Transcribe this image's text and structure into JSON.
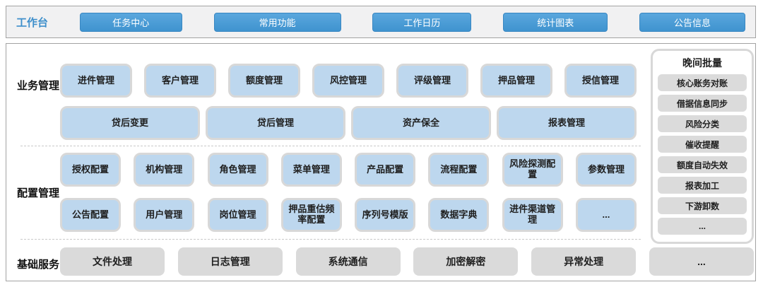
{
  "topbar": {
    "label": "工作台",
    "buttons": [
      "任务中心",
      "常用功能",
      "工作日历",
      "统计图表",
      "公告信息"
    ]
  },
  "sections": {
    "business": {
      "label": "业务管理",
      "row1": [
        "进件管理",
        "客户管理",
        "额度管理",
        "风控管理",
        "评级管理",
        "押品管理",
        "授信管理"
      ],
      "row2": [
        "贷后变更",
        "贷后管理",
        "资产保全",
        "报表管理"
      ]
    },
    "config": {
      "label": "配置管理",
      "row1": [
        "授权配置",
        "机构管理",
        "角色管理",
        "菜单管理",
        "产品配置",
        "流程配置",
        "风险探测配置",
        "参数管理"
      ],
      "row2": [
        "公告配置",
        "用户管理",
        "岗位管理",
        "押品重估频率配置",
        "序列号模版",
        "数据字典",
        "进件渠道管理",
        "..."
      ]
    },
    "base": {
      "label": "基础服务",
      "items": [
        "文件处理",
        "日志管理",
        "系统通信",
        "加密解密",
        "异常处理",
        "..."
      ]
    }
  },
  "batch_panel": {
    "title": "晚间批量",
    "items": [
      "核心账务对账",
      "借据信息同步",
      "风险分类",
      "催收提醒",
      "额度自动失效",
      "报表加工",
      "下游卸数",
      "..."
    ]
  },
  "colors": {
    "button_blue": "#4496d2",
    "button_border": "#3987c2",
    "module_blue": "#bdd7ee",
    "card_border_gray": "#d8d8d8",
    "box_gray": "#dadada",
    "panel_border": "#a3a3a3",
    "workbench_label_blue": "#3e8fcb",
    "topbar_bg": "#f1f1f2"
  }
}
